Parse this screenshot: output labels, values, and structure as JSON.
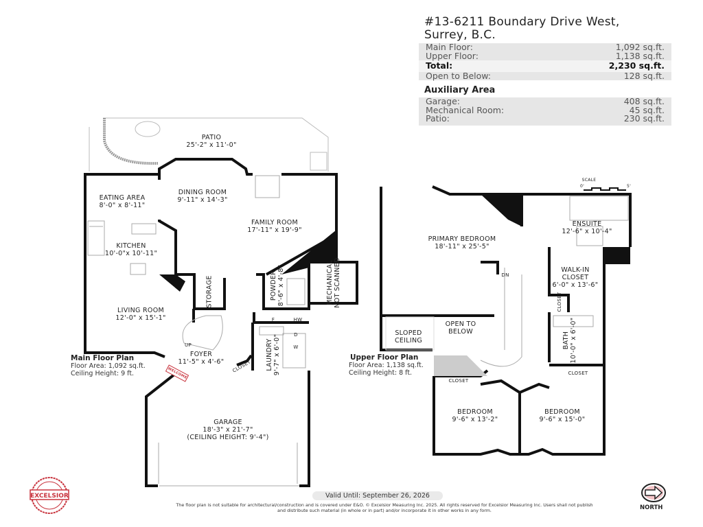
{
  "header": {
    "address_line1": "#13-6211 Boundary Drive West,",
    "address_line2": "Surrey, B.C.",
    "areas": [
      {
        "label": "Main Floor:",
        "value": "1,092 sq.ft."
      },
      {
        "label": "Upper Floor:",
        "value": "1,138 sq.ft."
      },
      {
        "label": "Total:",
        "value": "2,230 sq.ft."
      },
      {
        "label": "Open to Below:",
        "value": "128 sq.ft."
      }
    ],
    "auxiliary_title": "Auxiliary Area",
    "auxiliary": [
      {
        "label": "Garage:",
        "value": "408 sq.ft."
      },
      {
        "label": "Mechanical Room:",
        "value": "45 sq.ft."
      },
      {
        "label": "Patio:",
        "value": "230 sq.ft."
      }
    ]
  },
  "main_floor": {
    "title": "Main Floor Plan",
    "floor_area": "Floor Area: 1,092 sq.ft.",
    "ceiling": "Ceiling Height: 9 ft.",
    "rooms": [
      {
        "name": "PATIO",
        "dims": "25'-2\" x 11'-0\""
      },
      {
        "name": "EATING AREA",
        "dims": "8'-0\" x 8'-11\""
      },
      {
        "name": "DINING ROOM",
        "dims": "9'-11\" x 14'-3\""
      },
      {
        "name": "FAMILY ROOM",
        "dims": "17'-11\" x 19'-9\""
      },
      {
        "name": "KITCHEN",
        "dims": "10'-0\"x 10'-11\""
      },
      {
        "name": "LIVING ROOM",
        "dims": "12'-0\" x 15'-1\""
      },
      {
        "name": "FOYER",
        "dims": "11'-5\" x 4'-6\""
      },
      {
        "name": "STORAGE",
        "dims": ""
      },
      {
        "name": "POWDER",
        "dims": "8'-6\" x 4'-8\""
      },
      {
        "name": "MECHANICAL",
        "dims": "NOT SCANNED"
      },
      {
        "name": "LAUNDRY",
        "dims": "9'-7\" x 6'-0\""
      },
      {
        "name": "CLOSET",
        "dims": ""
      },
      {
        "name": "GARAGE",
        "dims": "18'-3\" x 21'-7\"",
        "extra": "(CEILING HEIGHT: 9'-4\")"
      }
    ],
    "fixtures": {
      "up": "UP",
      "f": "F",
      "hw": "HW",
      "d": "D",
      "w": "W",
      "mat": "WELCOME"
    }
  },
  "upper_floor": {
    "title": "Upper Floor Plan",
    "floor_area": "Floor Area: 1,138 sq.ft.",
    "ceiling": "Ceiling Height: 8 ft.",
    "rooms": [
      {
        "name": "PRIMARY BEDROOM",
        "dims": "18'-11\" x 25'-5\""
      },
      {
        "name": "ENSUITE",
        "dims": "12'-6\" x 10'-4\""
      },
      {
        "name": "WALK-IN CLOSET",
        "dims": "6'-0\" x 13'-6\""
      },
      {
        "name": "SLOPED CEILING",
        "dims": ""
      },
      {
        "name": "OPEN TO BELOW",
        "dims": ""
      },
      {
        "name": "BATH",
        "dims": "10'-0\" x 6'-0\""
      },
      {
        "name": "CLOSET",
        "dims": ""
      },
      {
        "name": "CLOSET",
        "dims": ""
      },
      {
        "name": "CLOSET",
        "dims": ""
      },
      {
        "name": "BEDROOM",
        "dims": "9'-6\" x 13'-2\""
      },
      {
        "name": "BEDROOM",
        "dims": "9'-6\" x 15'-0\""
      }
    ],
    "dn": "DN",
    "scale": {
      "label": "SCALE",
      "start": "0'",
      "end": "5'"
    }
  },
  "footer": {
    "valid_until": "Valid Until: September 26, 2026",
    "disclaimer": "The floor plan is not suitable for architectural/construction and is covered under E&O. © Excelsior Measuring Inc. 2025. All rights reserved for Excelsior Measuring Inc. Users shall not publish and distribute such material (in whole or in part) and/or incorporate it in other works in any form.",
    "logo_text": "EXCELSIOR",
    "logo_ring": "EXCELLING TOGETHER",
    "north_label": "NORTH"
  },
  "colors": {
    "wall": "#111111",
    "brand_red": "#c8323c",
    "table_bg": "#e6e6e6"
  }
}
